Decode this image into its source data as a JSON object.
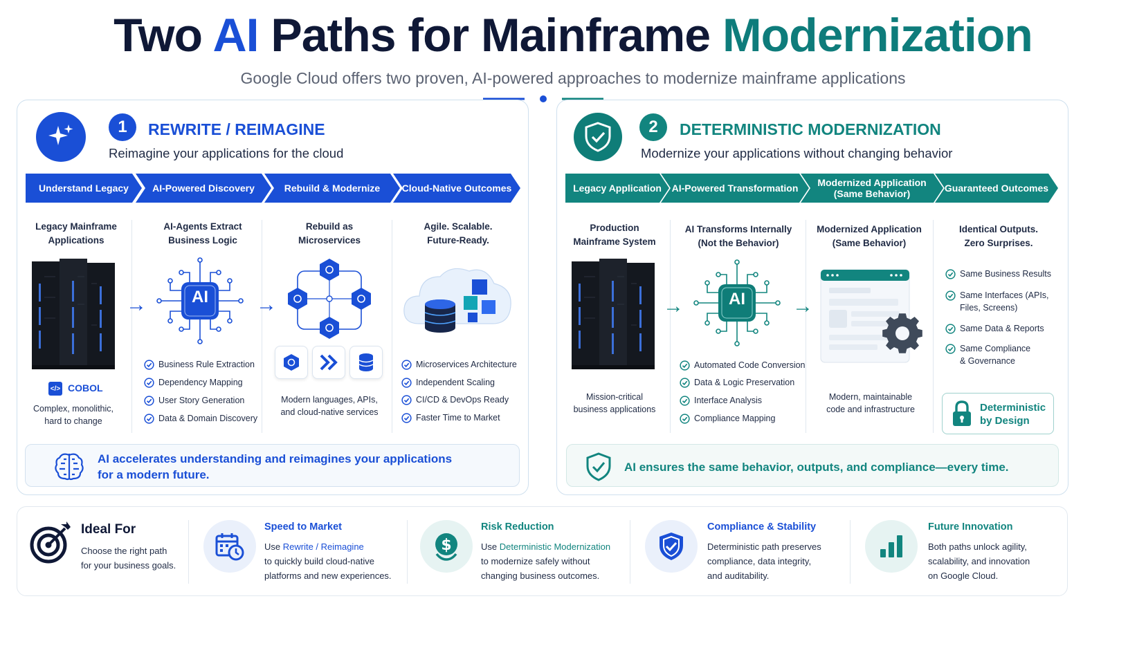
{
  "header": {
    "title_part1": "Two ",
    "title_ai": "AI",
    "title_part2": " Paths for Mainframe ",
    "title_mod": "Modernization",
    "subtitle": "Google Cloud offers two proven, AI-powered approaches to modernize mainframe applications"
  },
  "colors": {
    "blue": "#1a4fd6",
    "teal": "#12857f",
    "navy": "#0f1836"
  },
  "path1": {
    "number": "1",
    "title": "REWRITE / REIMAGINE",
    "subtitle": "Reimagine your applications for the cloud",
    "icon": "sparkle-icon",
    "steps": [
      "Understand Legacy",
      "AI-Powered Discovery",
      "Rebuild & Modernize",
      "Cloud-Native Outcomes"
    ],
    "cols": [
      {
        "head1": "Legacy Mainframe",
        "head2": "Applications",
        "badge": "COBOL",
        "cap1": "Complex, monolithic,",
        "cap2": "hard to change"
      },
      {
        "head1": "AI-Agents Extract",
        "head2": "Business Logic",
        "chip": "AI",
        "checks": [
          "Business Rule Extraction",
          "Dependency Mapping",
          "User Story Generation",
          "Data & Domain Discovery"
        ]
      },
      {
        "head1": "Rebuild as",
        "head2": "Microservices",
        "cap1": "Modern languages, APIs,",
        "cap2": "and cloud-native services"
      },
      {
        "head1": "Agile. Scalable.",
        "head2": "Future-Ready.",
        "checks": [
          "Microservices Architecture",
          "Independent Scaling",
          "CI/CD & DevOps Ready",
          "Faster Time to Market"
        ]
      }
    ],
    "banner1": "AI accelerates understanding and reimagines your applications",
    "banner2": "for a modern future."
  },
  "path2": {
    "number": "2",
    "title": "DETERMINISTIC MODERNIZATION",
    "subtitle": "Modernize your applications without changing behavior",
    "icon": "shield-check-icon",
    "steps": [
      "Legacy Application",
      "AI-Powered Transformation",
      "Modernized Application",
      "Guaranteed Outcomes"
    ],
    "step3_line2": "(Same Behavior)",
    "cols": [
      {
        "head1": "Production",
        "head2": "Mainframe System",
        "cap1": "Mission-critical",
        "cap2": "business applications"
      },
      {
        "head1": "AI Transforms Internally",
        "head2": "(Not the Behavior)",
        "chip": "AI",
        "checks": [
          "Automated Code Conversion",
          "Data & Logic Preservation",
          "Interface Analysis",
          "Compliance Mapping"
        ]
      },
      {
        "head1": "Modernized Application",
        "head2": "(Same Behavior)",
        "cap1": "Modern, maintainable",
        "cap2": "code and infrastructure"
      },
      {
        "head1": "Identical Outputs.",
        "head2": "Zero Surprises.",
        "checks": [
          "Same Business Results",
          "Same Interfaces (APIs,",
          "Files, Screens)",
          "Same Data & Reports",
          "Same Compliance",
          "& Governance"
        ]
      }
    ],
    "det_box1": "Deterministic",
    "det_box2": "by Design",
    "banner": "AI ensures the same behavior, outputs, and compliance—every time."
  },
  "bottom": {
    "ideal": {
      "head": "Ideal For",
      "l1": "Choose the right path",
      "l2": "for your business goals."
    },
    "items": [
      {
        "head": "Speed to Market",
        "l1a": "Use ",
        "l1b": "Rewrite / Reimagine",
        "l2": "to quickly build cloud-native",
        "l3": "platforms and new experiences."
      },
      {
        "head": "Risk Reduction",
        "l1a": "Use ",
        "l1b": "Deterministic Modernization",
        "l2": "to modernize safely without",
        "l3": "changing business outcomes."
      },
      {
        "head": "Compliance & Stability",
        "l1": "Deterministic path preserves",
        "l2": "compliance, data integrity,",
        "l3": "and auditability."
      },
      {
        "head": "Future Innovation",
        "l1": "Both paths unlock agility,",
        "l2": "scalability, and innovation",
        "l3": "on Google Cloud."
      }
    ]
  }
}
